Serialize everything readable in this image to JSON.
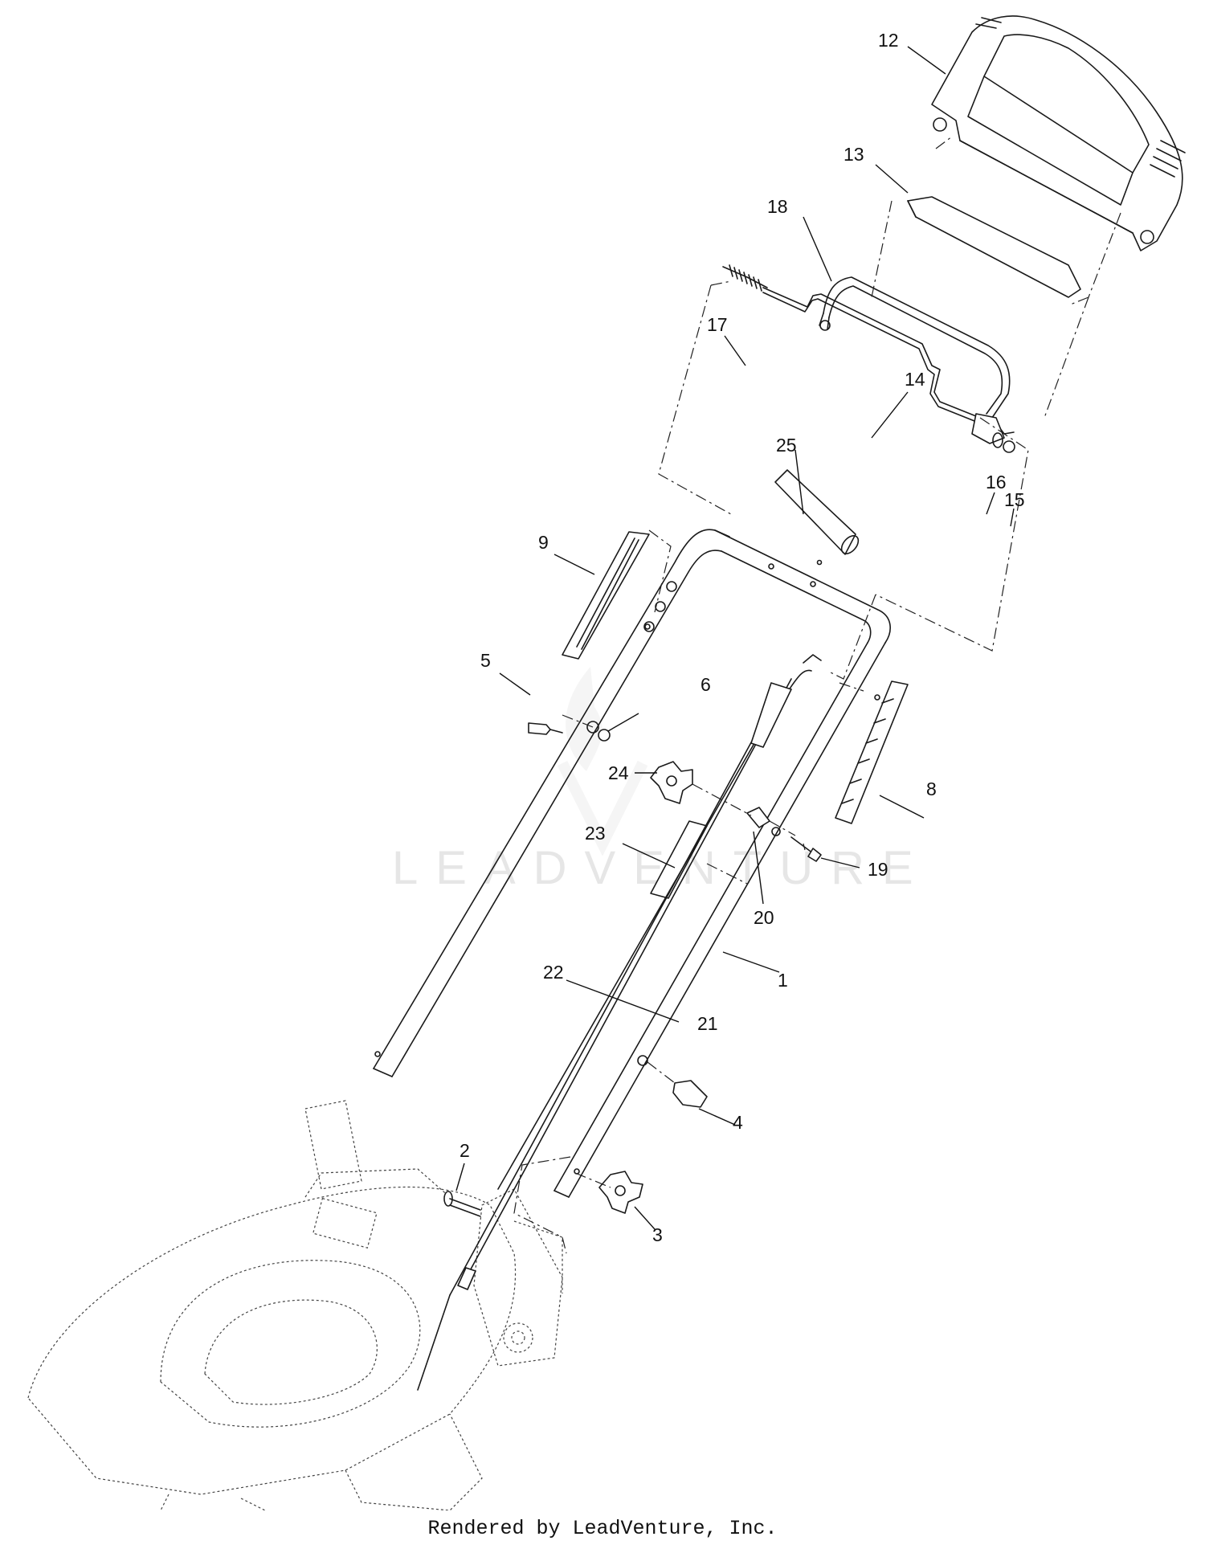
{
  "watermark": "LEADVENTURE",
  "footer": "Rendered by LeadVenture, Inc.",
  "callouts": [
    {
      "id": "c1",
      "label": "1"
    },
    {
      "id": "c2",
      "label": "2"
    },
    {
      "id": "c3",
      "label": "3"
    },
    {
      "id": "c4",
      "label": "4"
    },
    {
      "id": "c5",
      "label": "5"
    },
    {
      "id": "c6",
      "label": "6"
    },
    {
      "id": "c8",
      "label": "8"
    },
    {
      "id": "c9",
      "label": "9"
    },
    {
      "id": "c12",
      "label": "12"
    },
    {
      "id": "c13",
      "label": "13"
    },
    {
      "id": "c14",
      "label": "14"
    },
    {
      "id": "c15",
      "label": "15"
    },
    {
      "id": "c16",
      "label": "16"
    },
    {
      "id": "c17",
      "label": "17"
    },
    {
      "id": "c18",
      "label": "18"
    },
    {
      "id": "c19",
      "label": "19"
    },
    {
      "id": "c20",
      "label": "20"
    },
    {
      "id": "c21",
      "label": "21"
    },
    {
      "id": "c22",
      "label": "22"
    },
    {
      "id": "c23",
      "label": "23"
    },
    {
      "id": "c24",
      "label": "24"
    },
    {
      "id": "c25",
      "label": "25"
    }
  ]
}
